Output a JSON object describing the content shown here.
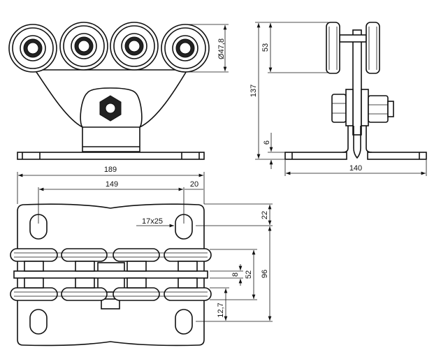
{
  "title": "Cantilever gate roller carriage - technical drawing",
  "dimensions": {
    "wheel_diameter": "Ø47,8",
    "wheel_height": "53",
    "total_height": "137",
    "plate_thickness": "6",
    "side_base_width": "140",
    "base_length": "189",
    "hole_spacing": "149",
    "hole_edge_offset": "20",
    "hole_top_offset": "22",
    "slot_size": "17x25",
    "plate_gap": "8",
    "wheel_span": "52",
    "hole_spacing_vertical": "96",
    "offset_12_7": "12,7"
  },
  "colors": {
    "line": "#111111",
    "background": "#ffffff"
  }
}
